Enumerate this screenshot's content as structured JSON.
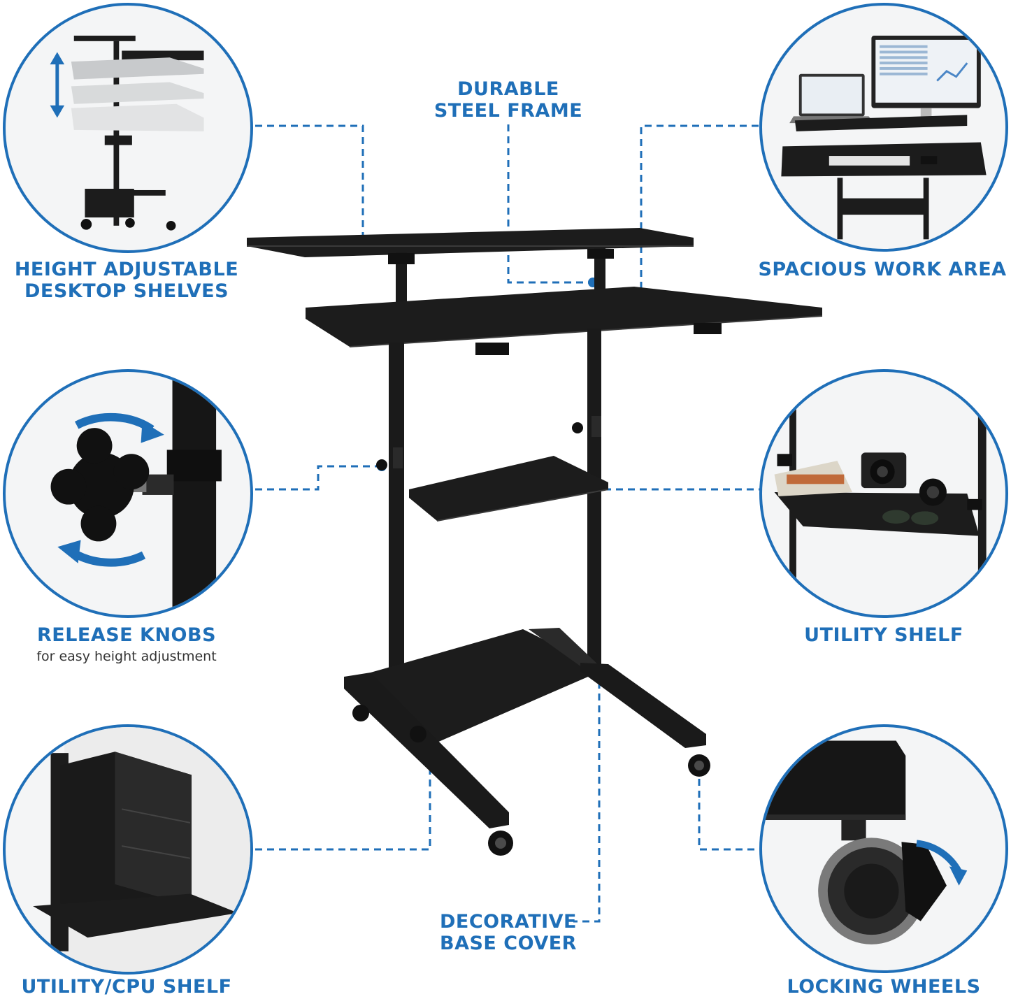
{
  "labels": {
    "durable_frame": [
      "DURABLE",
      "STEEL FRAME"
    ],
    "height_adjustable": [
      "HEIGHT ADJUSTABLE",
      "DESKTOP SHELVES"
    ],
    "spacious": [
      "SPACIOUS WORK AREA"
    ],
    "release_knobs": [
      "RELEASE KNOBS"
    ],
    "release_sub": "for easy height adjustment",
    "utility_shelf": [
      "UTILITY SHELF"
    ],
    "decorative": [
      "DECORATIVE",
      "BASE COVER"
    ],
    "cpu_shelf": [
      "UTILITY/CPU SHELF"
    ],
    "locking_wheels": [
      "LOCKING WHEELS"
    ]
  },
  "colors": {
    "accent": "#1f6fb8",
    "desk": "#1c1c1c",
    "desk_edge": "#3a3a3a"
  },
  "icons": {
    "height_arrow": "double-arrow-vertical-icon",
    "rotate_arrows": "rotate-arrows-icon",
    "wheel_arrow": "curved-arrow-down-icon"
  }
}
